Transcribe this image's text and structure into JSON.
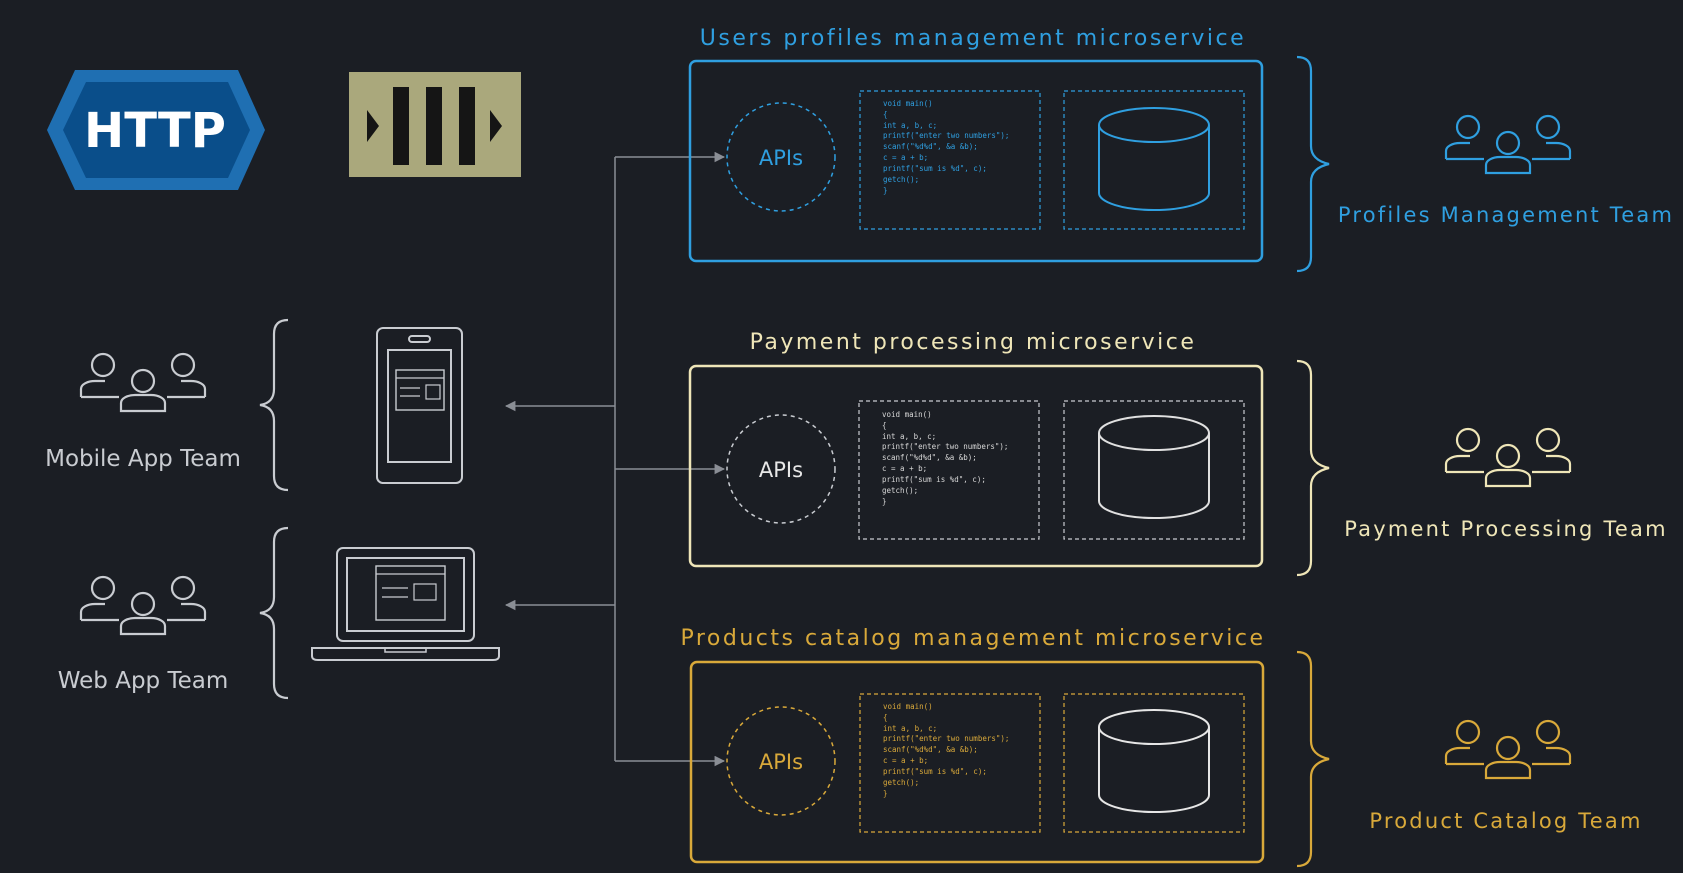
{
  "http_logo": {
    "text": "HTTP"
  },
  "services": [
    {
      "title": "Users profiles management microservice",
      "apis_label": "APIs",
      "team": "Profiles Management  Team",
      "color": "#2f9fe0",
      "code_lines": [
        "void main()",
        "{",
        "  int a, b, c;",
        "",
        "  printf(\"enter two numbers\");",
        "  scanf(\"%d%d\", &a &b);",
        "   c = a + b;",
        "  printf(\"sum is %d\", c);",
        "  getch();",
        "}"
      ]
    },
    {
      "title": "Payment processing microservice",
      "apis_label": "APIs",
      "team": "Payment Processing Team",
      "color": "#efe6b8",
      "code_lines": [
        "void main()",
        "{",
        "  int a, b, c;",
        "",
        "  printf(\"enter two numbers\");",
        "  scanf(\"%d%d\", &a &b);",
        "   c = a + b;",
        "  printf(\"sum is %d\", c);",
        "  getch();",
        "}"
      ]
    },
    {
      "title": "Products catalog management microservice",
      "apis_label": "APIs",
      "team": "Product Catalog Team",
      "color": "#d9a93a",
      "code_lines": [
        "void main()",
        "{",
        "  int a, b, c;",
        "",
        "  printf(\"enter two numbers\");",
        "  scanf(\"%d%d\", &a &b);",
        "   c = a + b;",
        "  printf(\"sum is %d\", c);",
        "  getch();",
        "}"
      ]
    }
  ],
  "clients": [
    {
      "team": "Mobile App Team",
      "device": "smartphone-icon"
    },
    {
      "team": "Web App Team",
      "device": "laptop-icon"
    }
  ],
  "colors": {
    "background": "#1b1e24",
    "connector": "#8a8e95",
    "neutral": "#c9ccd1",
    "stream_logo": "#aaa87c"
  }
}
